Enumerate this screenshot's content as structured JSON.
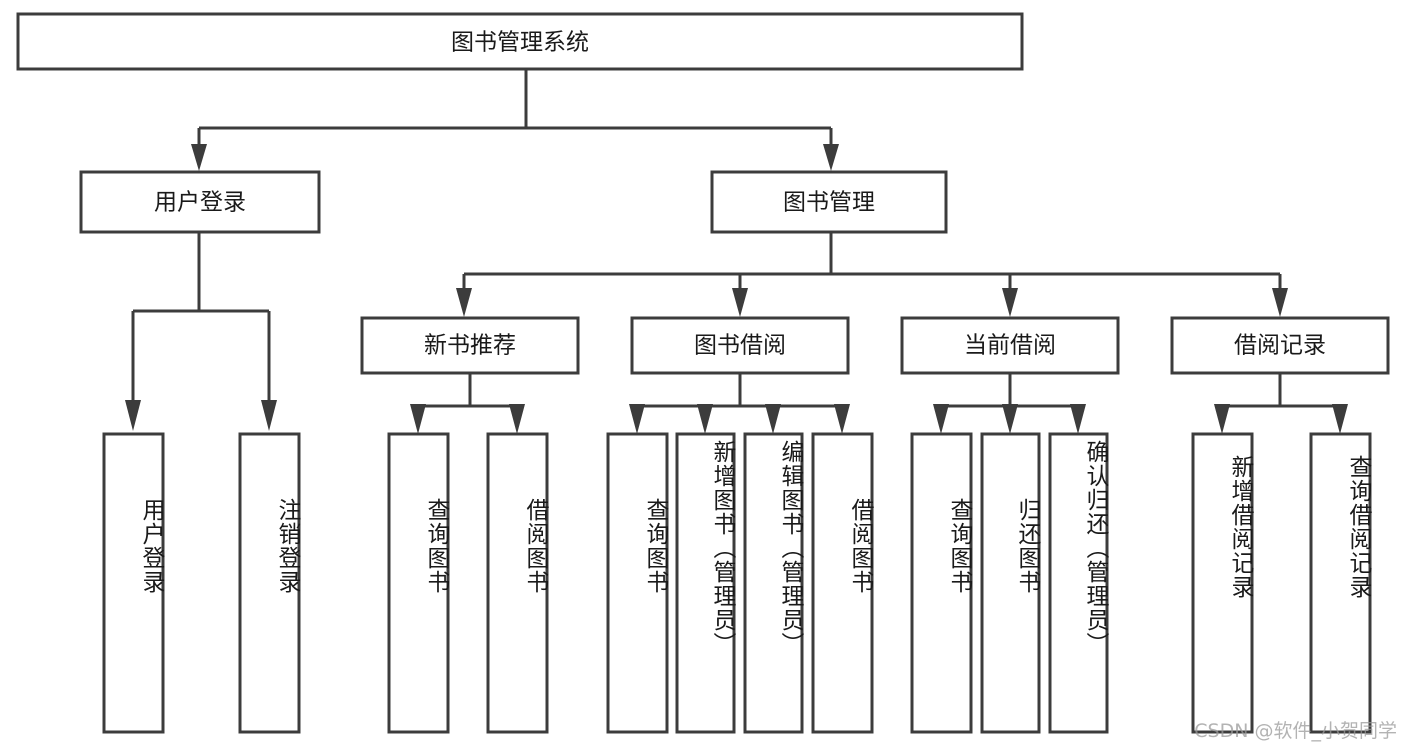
{
  "diagram": {
    "type": "tree",
    "title": "图书管理系统",
    "watermark": "CSDN @软件_小贺同学",
    "colors": {
      "stroke": "#3c3c3c",
      "box_fill": "#ffffff",
      "text": "#1a1a1a",
      "background": "#ffffff",
      "watermark": "#9a9a9a"
    },
    "root": {
      "label": "图书管理系统"
    },
    "level2": [
      {
        "label": "用户登录"
      },
      {
        "label": "图书管理"
      }
    ],
    "level3": [
      {
        "label": "新书推荐"
      },
      {
        "label": "图书借阅"
      },
      {
        "label": "当前借阅"
      },
      {
        "label": "借阅记录"
      }
    ],
    "leaves": {
      "user_login": [
        {
          "label": "用户登录"
        },
        {
          "label": "注销登录"
        }
      ],
      "new_book_recommend": [
        {
          "label": "查询图书"
        },
        {
          "label": "借阅图书"
        }
      ],
      "book_borrow": [
        {
          "label": "查询图书"
        },
        {
          "label": "新增图书（管理员）"
        },
        {
          "label": "编辑图书（管理员）"
        },
        {
          "label": "借阅图书"
        }
      ],
      "current_borrow": [
        {
          "label": "查询图书"
        },
        {
          "label": "归还图书"
        },
        {
          "label": "确认归还（管理员）"
        }
      ],
      "borrow_record": [
        {
          "label": "新增借阅记录"
        },
        {
          "label": "查询借阅记录"
        }
      ]
    }
  }
}
